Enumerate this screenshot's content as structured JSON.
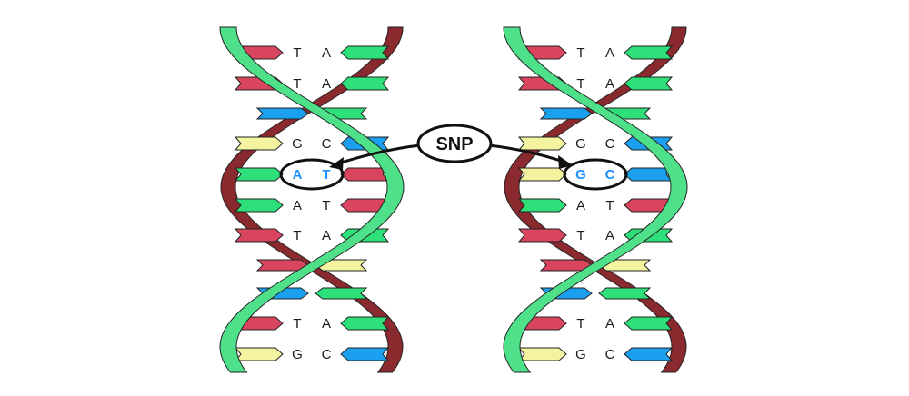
{
  "label": "SNP",
  "colors": {
    "A": "#2ee07a",
    "T": "#d9455f",
    "G": "#f3f3a0",
    "C": "#1aa0ee",
    "backbone_front": "#4fe08a",
    "backbone_back": "#8a2a2e",
    "outline": "#222222",
    "highlight_text": "#1e90ff"
  },
  "helices": [
    {
      "name": "left",
      "pairs": [
        {
          "left": "T",
          "right": "A"
        },
        {
          "left": "T",
          "right": "A"
        },
        {
          "left": "",
          "right": ""
        },
        {
          "left": "G",
          "right": "C"
        },
        {
          "left": "A",
          "right": "T",
          "snp": true
        },
        {
          "left": "A",
          "right": "T"
        },
        {
          "left": "T",
          "right": "A"
        },
        {
          "left": "",
          "right": ""
        },
        {
          "left": "",
          "right": ""
        },
        {
          "left": "T",
          "right": "A"
        },
        {
          "left": "G",
          "right": "C"
        }
      ]
    },
    {
      "name": "right",
      "pairs": [
        {
          "left": "T",
          "right": "A"
        },
        {
          "left": "T",
          "right": "A"
        },
        {
          "left": "",
          "right": ""
        },
        {
          "left": "G",
          "right": "C"
        },
        {
          "left": "G",
          "right": "C",
          "snp": true
        },
        {
          "left": "A",
          "right": "T"
        },
        {
          "left": "T",
          "right": "A"
        },
        {
          "left": "",
          "right": ""
        },
        {
          "left": "",
          "right": ""
        },
        {
          "left": "T",
          "right": "A"
        },
        {
          "left": "G",
          "right": "C"
        }
      ]
    }
  ]
}
